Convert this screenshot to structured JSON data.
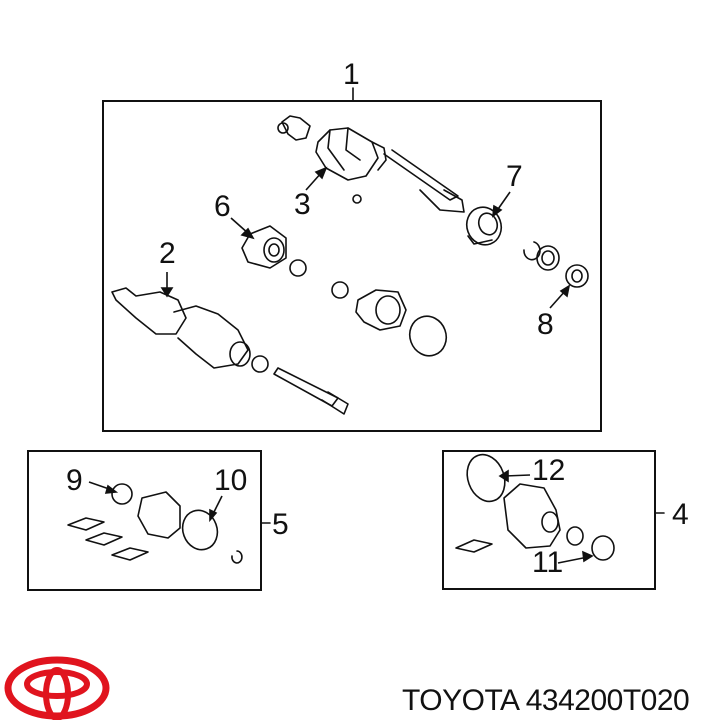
{
  "diagram": {
    "brand": "TOYOTA",
    "part_number": "434200T020",
    "caption": "TOYOTA 434200T020",
    "logo": "toyota-logo",
    "logo_color": "#e0141e",
    "groups": [
      {
        "id": "1",
        "label": "1",
        "contains": [
          "2",
          "3",
          "6",
          "7",
          "8"
        ]
      },
      {
        "id": "5",
        "label": "5",
        "contains": [
          "9",
          "10"
        ]
      },
      {
        "id": "4",
        "label": "4",
        "contains": [
          "11",
          "12"
        ]
      }
    ],
    "callouts": [
      "1",
      "2",
      "3",
      "4",
      "5",
      "6",
      "7",
      "8",
      "9",
      "10",
      "11",
      "12"
    ]
  }
}
